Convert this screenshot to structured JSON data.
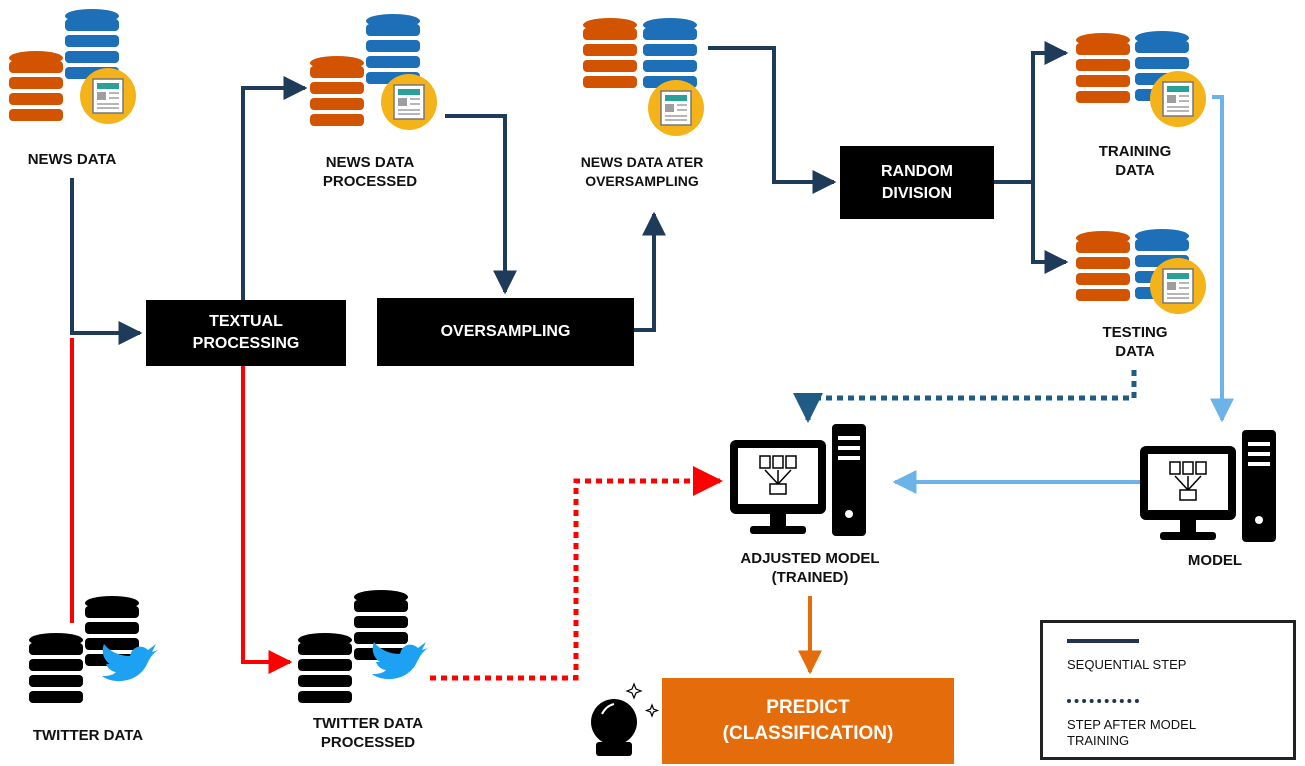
{
  "colors": {
    "sequential": "#1f3b5a",
    "after_training": "#1f5b85",
    "twitter_flow": "#ff0000",
    "model_flow": "#6cb3e8",
    "predict": "#e46c0a",
    "db_orange": "#d35400",
    "db_blue": "#1d6fb8",
    "news_badge": "#f5b31a",
    "twitter_bird": "#1da1f2"
  },
  "icons": [
    "database-icon",
    "news-badge-icon",
    "twitter-bird-icon",
    "computer-icon",
    "crystal-ball-icon"
  ],
  "nodes": {
    "news_data": {
      "label": "NEWS DATA"
    },
    "textual_processing": {
      "label": "TEXTUAL\nPROCESSING"
    },
    "news_data_processed": {
      "label": "NEWS DATA\nPROCESSED"
    },
    "oversampling": {
      "label": "OVERSAMPLING"
    },
    "news_after_oversampling": {
      "label": "NEWS DATA ATER\nOVERSAMPLING"
    },
    "random_division": {
      "label": "RANDOM\nDIVISION"
    },
    "training_data": {
      "label": "TRAINING\nDATA"
    },
    "testing_data": {
      "label": "TESTING\nDATA"
    },
    "model": {
      "label": "MODEL"
    },
    "adjusted_model": {
      "label": "ADJUSTED MODEL\n(TRAINED)"
    },
    "twitter_data": {
      "label": "TWITTER DATA"
    },
    "twitter_data_processed": {
      "label": "TWITTER DATA\nPROCESSED"
    },
    "predict": {
      "label": "PREDICT\n(CLASSIFICATION)"
    }
  },
  "legend": {
    "sequential": "SEQUENTIAL STEP",
    "after_training": "STEP AFTER MODEL\nTRAINING"
  }
}
